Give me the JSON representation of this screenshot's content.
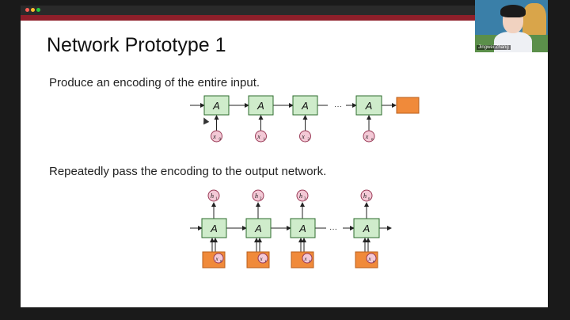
{
  "window": {
    "accent_color": "#8e1f2a"
  },
  "slide": {
    "title": "Network Prototype 1",
    "text1": "Produce an encoding of the entire input.",
    "text2": "Repeatedly pass the encoding to the output network."
  },
  "diagram1": {
    "cell_label": "A",
    "inputs": [
      "x",
      "x",
      "x",
      "x"
    ],
    "input_subs": [
      "0",
      "1",
      "2",
      "n"
    ],
    "ellipsis": "···",
    "cell_color": "#cfeccb",
    "input_color": "#f3c9d6",
    "output_color": "#f08a3a"
  },
  "diagram2": {
    "cell_label": "A",
    "outputs": [
      "h",
      "h",
      "h",
      "h"
    ],
    "output_subs": [
      "1",
      "2",
      "3",
      "n"
    ],
    "inputs": [
      "x",
      "x",
      "x",
      "x"
    ],
    "input_subs": [
      "0",
      "1",
      "2",
      "n"
    ],
    "ellipsis": "···"
  },
  "video": {
    "participant_name": "Jingwei Zhang"
  }
}
